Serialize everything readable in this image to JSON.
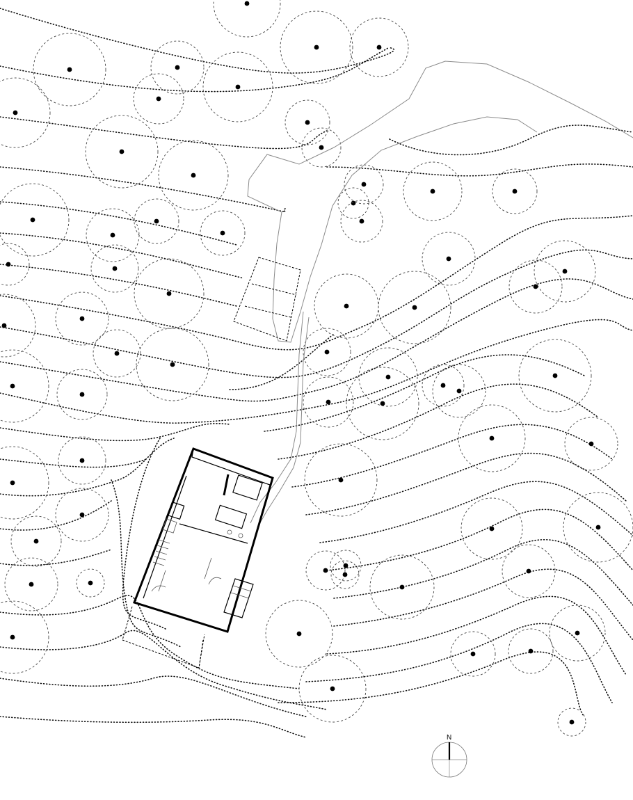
{
  "north_arrow": {
    "label": "N",
    "icon": "north-arrow-icon"
  },
  "legend": {
    "contour_style": "dotted",
    "tree_style": "dashed canopy circle with solid trunk dot",
    "road_style": "thin grey outline"
  }
}
